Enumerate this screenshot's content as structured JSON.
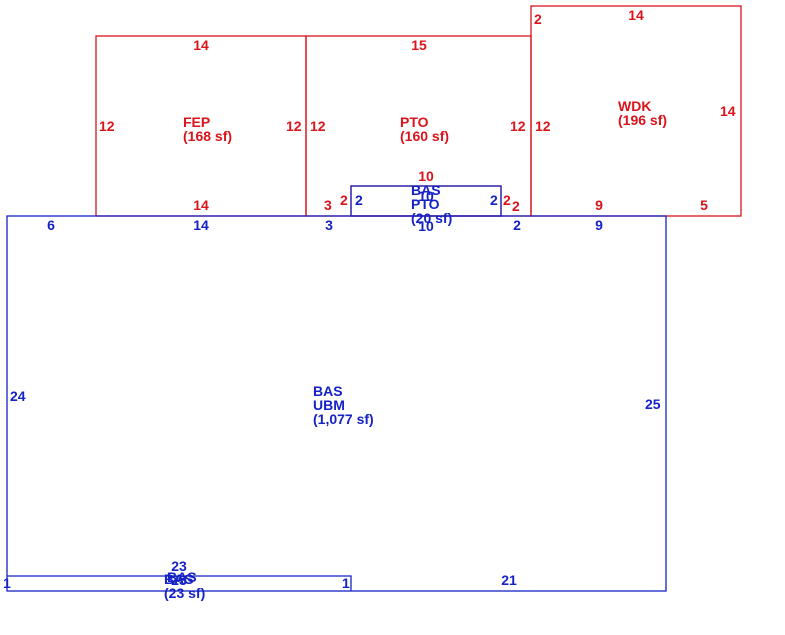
{
  "colors": {
    "red": "#d9141b",
    "blue": "#1522c4",
    "background": "#ffffff"
  },
  "areas": {
    "fep": {
      "code": "FEP",
      "area": "(168 sf)",
      "dims": {
        "top": "14",
        "bottom": "14",
        "left": "12",
        "right": "12"
      }
    },
    "pto": {
      "code": "PTO",
      "area": "(160 sf)",
      "dims": {
        "top": "15",
        "left": "12",
        "right": "12",
        "bottom_left": "3",
        "bottom_right": "2"
      }
    },
    "wdk": {
      "code": "WDK",
      "area": "(196 sf)",
      "dims": {
        "top": "14",
        "top_left": "2",
        "left": "12",
        "right": "14",
        "bottom": "9",
        "bottom_right": "5"
      }
    },
    "pto_bump": {
      "code1": "BAS",
      "code2": "PTO",
      "area": "(20 sf)",
      "dims": {
        "top": "10",
        "left": "2",
        "right": "2",
        "inner_left": "2",
        "inner_right": "2",
        "inner_top": "10",
        "inner_bottom": "10"
      }
    },
    "bas_main": {
      "code1": "BAS",
      "code2": "UBM",
      "area": "(1,077 sf)",
      "dims": {
        "top_left": "6",
        "top_mid": "14",
        "top_3": "3",
        "top_2": "2",
        "top_9": "9",
        "left": "24",
        "right": "25",
        "bottom": "21"
      }
    },
    "bas_strip": {
      "code1": "BAS",
      "code2": "BAS",
      "area": "(23 sf)",
      "dims": {
        "top": "23",
        "bottom": "23",
        "left": "1",
        "right": "1"
      }
    }
  }
}
